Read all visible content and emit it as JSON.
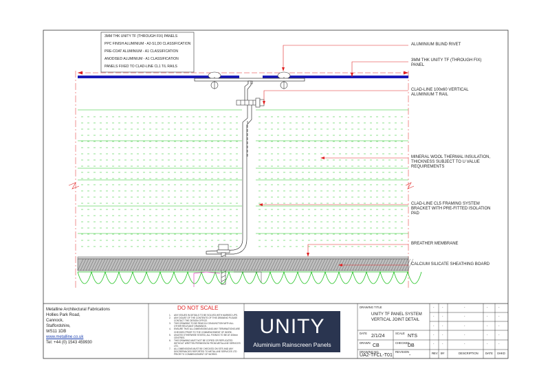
{
  "spec_box": {
    "lines": [
      "3MM THK UNITY TF (THROUGH FIX) PANELS",
      "PPC FINISH ALUMINIUM - A2-S1,D0 CLASSIFICATION",
      "PRE-COAT ALUMINIUM - A1 CLASSIFICATION",
      "ANODISED ALUMINIUM - A1 CLASSIFICATION",
      "PANELS FIXED TO CLAD-LINE CL1 T/L RAILS"
    ]
  },
  "callouts": [
    {
      "id": "rivet",
      "lines": [
        "ALUMINIUM BLIND RIVET"
      ]
    },
    {
      "id": "panel",
      "lines": [
        "3MM THK UNITY TF (THROUGH FIX)",
        "PANEL"
      ]
    },
    {
      "id": "trail",
      "lines": [
        "CLAD-LINE 100x60 VERTICAL",
        "ALUMINIUM T RAIL"
      ]
    },
    {
      "id": "insulation",
      "lines": [
        "MINERAL WOOL THERMAL INSULATION,",
        "THICKNESS SUBJECT TO U VALUE",
        "REQUIREMENTS"
      ]
    },
    {
      "id": "bracket",
      "lines": [
        "CLAD-LINE CL5 FRAMING SYSTEM",
        "BRACKET WITH PRE-FITTED ISOLATION",
        "PAD"
      ]
    },
    {
      "id": "membrane",
      "lines": [
        "BREATHER MEMBRANE"
      ]
    },
    {
      "id": "sheathing",
      "lines": [
        "CALCIUM SILICATE SHEATHING BOARD"
      ]
    }
  ],
  "company": {
    "name": "Metalline Architectural Fabrications",
    "address": [
      "Hollies Park Road,",
      "Cannock,",
      "Staffordshire,",
      "WS11 1DB"
    ],
    "website": "www.metalline.co.uk",
    "tel": "Tel: +44 (0) 1543 459930"
  },
  "do_not_scale": {
    "title": "DO NOT SCALE",
    "notes": [
      {
        "n": "1.",
        "text": "ANY ISSUES IN DETAILS TO BE SOLVED WITH MARKED UPS."
      },
      {
        "n": "2.",
        "text": "ANY DOUBT OF THE CONTENTS OF THIS DRAWING PLEASE CONTACT THE DESIGN OFFICE."
      },
      {
        "n": "3.",
        "text": "THIS DRAWING TO BE READ IN CONJUNCTION WITH ALL OTHER RELEVANT DRAWINGS."
      },
      {
        "n": "4.",
        "text": "ENSURE THAT ALL DIMENSIONS AND ANY TERMINATIONS ARE CHECKED PRIOR TO THE COMMENCEMENT OF WORK."
      },
      {
        "n": "5.",
        "text": "UNLESS OTHERWISE STATED, ALL FIXINGS TO BE AT 400mm CENTRES."
      },
      {
        "n": "6.",
        "text": "THIS DRAWING MUST NOT BE COPIED OR REPLICATED WITHOUT WRITTEN PERMISSION FROM METALLINE SERVICES LTD."
      },
      {
        "n": "7.",
        "text": "ALL DIMENSIONS MUST BE CHECKED ON SITE AND ANY DISCREPANCIES REPORTED TO METALLINE SERVICES LTD PRIOR TO COMMENCEMENT OF WORKS."
      }
    ]
  },
  "logo": {
    "title": "UNITY",
    "subtitle": "Aluminium Rainscreen Panels"
  },
  "title_block": {
    "drawing_title_label": "DRAWING TITLE",
    "drawing_title": [
      "UNITY TF PANEL SYSTEM",
      "VERTICAL JOINT DETAIL"
    ],
    "date_label": "DATE",
    "date": "2/1/24",
    "scale_label": "SCALE",
    "scale": "NTS",
    "drawn_label": "DRAWN",
    "drawn": "CB",
    "checked_label": "CHECKED",
    "checked": "DB",
    "drawing_no_label": "DRAWING NO.",
    "drawing_no": "UA2-TFCL-T01",
    "revision_label": "REVISION",
    "revision": "-"
  },
  "revisions": {
    "headers": [
      "REV",
      "BY",
      "DESCRIPTION",
      "DATE",
      "CHKD"
    ],
    "rows": [
      [
        "-",
        "-",
        "-",
        "-",
        "-"
      ],
      [
        "-",
        "-",
        "-",
        "-",
        "-"
      ],
      [
        "-",
        "-",
        "-",
        "-",
        "-"
      ],
      [
        "-",
        "-",
        "-",
        "-",
        "-"
      ],
      [
        "-",
        "-",
        "-",
        "-",
        "-"
      ],
      [
        "-",
        "-",
        "-",
        "-",
        "-"
      ]
    ]
  },
  "colors": {
    "panel": "#1a1ab8",
    "insulation": "#1ec21e",
    "leader": "#e02020",
    "frame": "#222222"
  }
}
